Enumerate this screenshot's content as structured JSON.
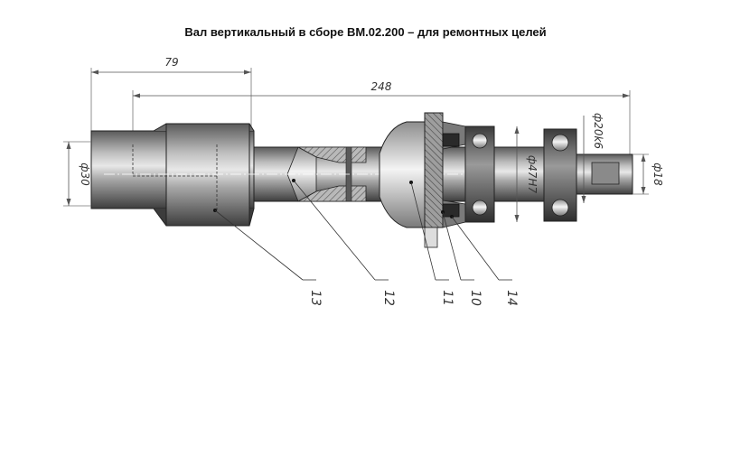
{
  "title": "Вал вертикальный в сборе ВМ.02.200 – для ремонтных целей",
  "dimensions": {
    "len_79": "79",
    "len_248": "248",
    "dia_30": "ф30",
    "dia_47": "ф47Н7",
    "dia_20": "ф20k6",
    "dia_18": "ф18"
  },
  "callouts": [
    "13",
    "12",
    "11",
    "10",
    "14"
  ]
}
